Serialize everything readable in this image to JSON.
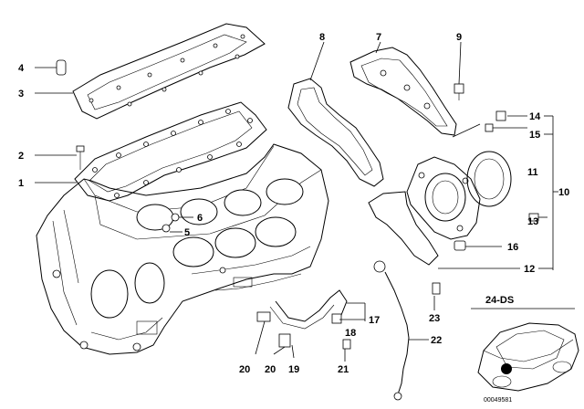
{
  "callouts": {
    "n1": "1",
    "n2": "2",
    "n3": "3",
    "n4": "4",
    "n5": "5",
    "n6": "6",
    "n7": "7",
    "n8": "8",
    "n9": "9",
    "n10": "10",
    "n11": "11",
    "n12": "12",
    "n13": "13",
    "n14": "14",
    "n15": "15",
    "n16": "16",
    "n17": "17",
    "n18": "18",
    "n19": "19",
    "n20a": "20",
    "n20b": "20",
    "n21": "21",
    "n22": "22",
    "n23": "23"
  },
  "inset": {
    "label": "24-DS"
  },
  "footer": {
    "image_code": "00049581"
  }
}
